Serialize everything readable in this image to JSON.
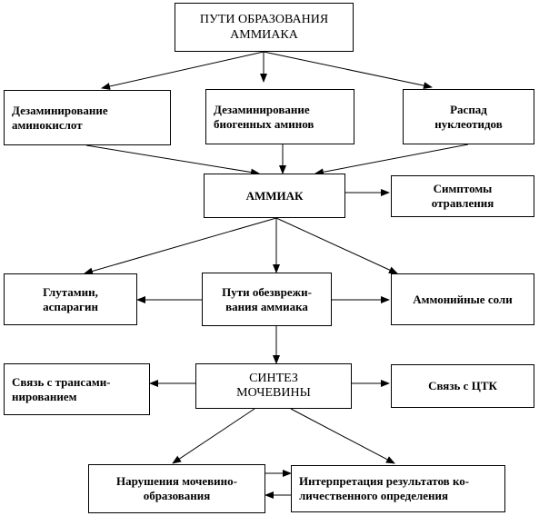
{
  "boxes": {
    "paths": [
      "ПУТИ ОБРАЗОВАНИЯ",
      "АММИАКА"
    ],
    "deamination_amino": [
      "Дезаминирование",
      "аминокислот"
    ],
    "deamination_biogenic": [
      "Дезаминирование",
      "биогенных аминов"
    ],
    "nucleotide_decay": [
      "Распад",
      "нуклеотидов"
    ],
    "ammonia": [
      "АММИАК"
    ],
    "poison_symptoms": [
      "Симптомы",
      "отравления"
    ],
    "glutamine": [
      "Глутамин,",
      "аспарагин"
    ],
    "detox_paths": [
      "Пути обезврежи-",
      "вания аммиака"
    ],
    "ammonium_salts": [
      "Аммонийные соли"
    ],
    "urea_synthesis": [
      "СИНТЕЗ",
      "МОЧЕВИНЫ"
    ],
    "transamination": [
      "Связь с трансами-",
      "нированием"
    ],
    "tca_link": [
      "Связь с ЦТК"
    ],
    "urea_disorders": [
      "Нарушения мочевино-",
      "образования"
    ],
    "interpretation": [
      "Интерпретация результатов ко-",
      "личественного определения"
    ]
  }
}
